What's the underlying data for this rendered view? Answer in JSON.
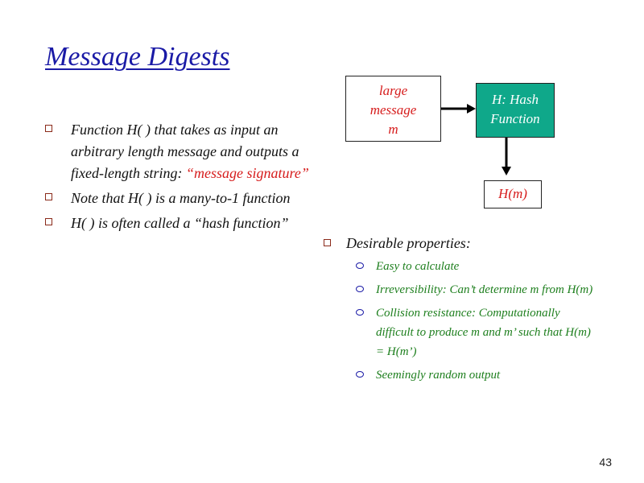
{
  "title": "Message Digests",
  "bullets": [
    {
      "text": "Function H( ) that takes as input an arbitrary length message and outputs a fixed-length string: ",
      "highlight": "“message signature”"
    },
    {
      "text": "Note that H( ) is a many-to-1 function"
    },
    {
      "text": "H( ) is often called a “hash function”"
    }
  ],
  "diagram": {
    "message_box": [
      "large",
      "message",
      "m"
    ],
    "hash_box": [
      "H: Hash",
      "Function"
    ],
    "output_box": "H(m)"
  },
  "properties": {
    "heading": "Desirable properties:",
    "items": [
      "Easy to calculate",
      "Irreversibility: Can’t determine m from H(m)",
      "Collision resistance: Computationally difficult to produce m and m’ such that H(m) = H(m’)",
      "Seemingly random output"
    ]
  },
  "page_number": "43",
  "colors": {
    "title": "#1a1aa6",
    "highlight": "#d61c1c",
    "hash_box_fill": "#0fa88a",
    "sub_bullet_text": "#1e7f1e"
  }
}
